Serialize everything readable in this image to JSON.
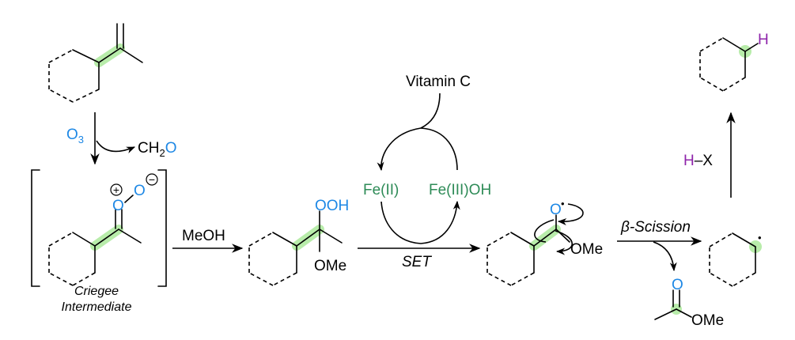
{
  "reagents": {
    "ozone": "O",
    "ozone_sub": "3",
    "formaldehyde_main": "CH",
    "formaldehyde_sub": "2",
    "formaldehyde_o": "O",
    "methanol": "MeOH",
    "vitamin_c": "Vitamin C",
    "fe2": "Fe(II)",
    "fe3": "Fe(III)OH",
    "set_label": "SET",
    "beta_scission": "β-Scission",
    "hx_h": "H",
    "hx_rest": "–X"
  },
  "atoms": {
    "oxide_o1": "O",
    "oxide_o2": "O",
    "charge_plus": "+",
    "charge_minus": "−",
    "ooh": "OOH",
    "ome1": "OMe",
    "oxyl_o": "O",
    "radical_dot": "•",
    "ome2": "OMe",
    "ester_o": "O",
    "ester_ome": "OMe",
    "alkyl_radical_dot": "•",
    "product_h": "H"
  },
  "labels": {
    "criegee_line1": "Criegee",
    "criegee_line2": "Intermediate"
  },
  "colors": {
    "highlight": "#b8ecaa",
    "oxygen_blue": "#1e88e5",
    "iron_green": "#2e8b57",
    "hydrogen_purple": "#8e24aa"
  }
}
